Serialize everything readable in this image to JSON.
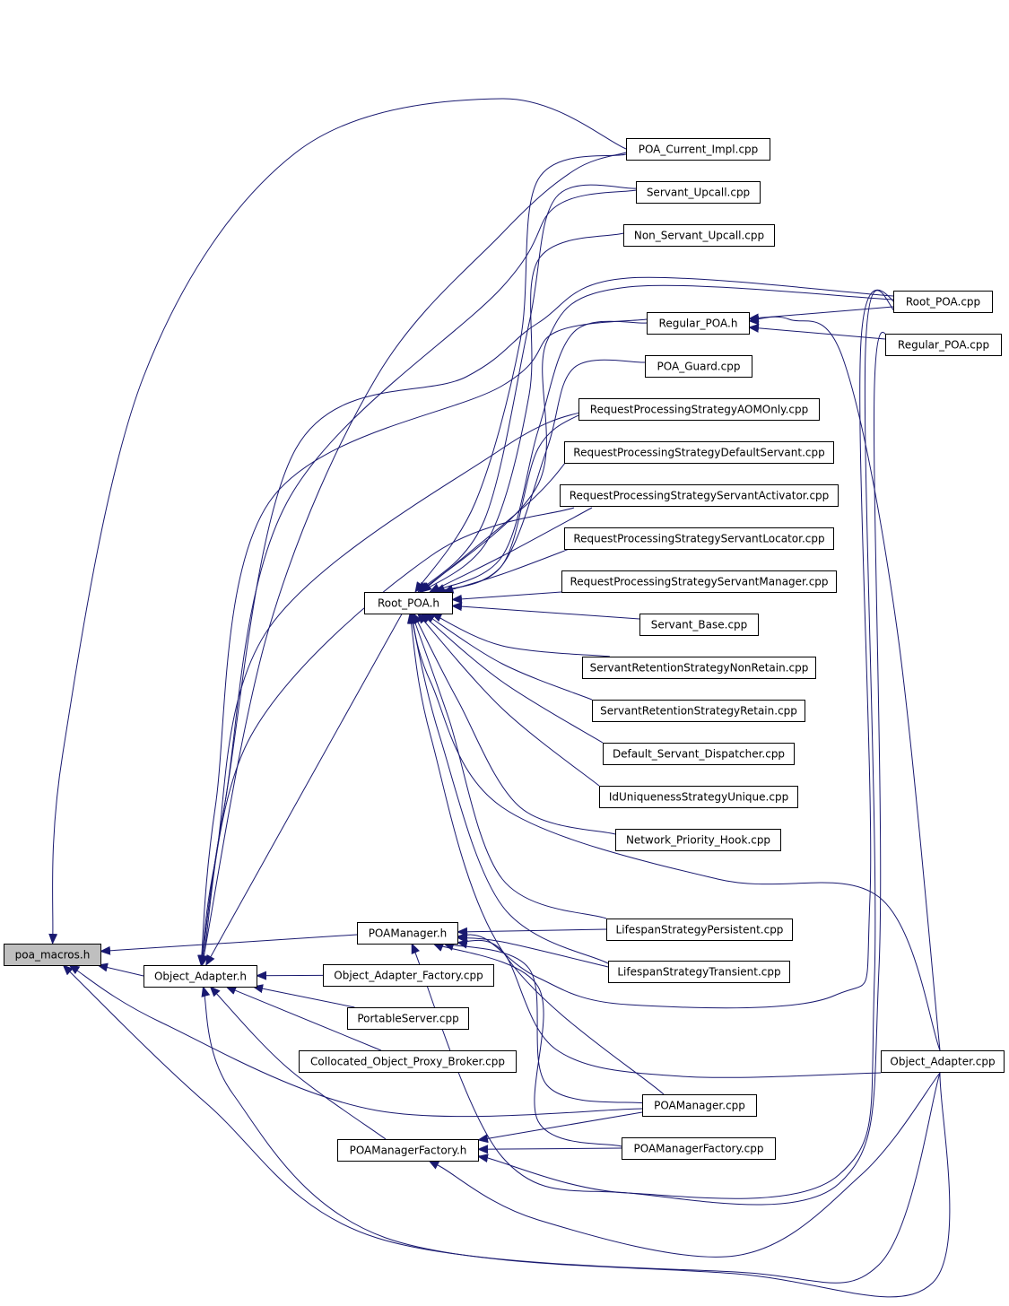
{
  "nodes": [
    {
      "id": "poa_macros_h",
      "label": "poa_macros.h",
      "highlighted": true
    },
    {
      "id": "object_adapter_h",
      "label": "Object_Adapter.h"
    },
    {
      "id": "root_poa_h",
      "label": "Root_POA.h"
    },
    {
      "id": "poamanager_h",
      "label": "POAManager.h"
    },
    {
      "id": "poamanagerfactory_h",
      "label": "POAManagerFactory.h"
    },
    {
      "id": "poa_current_impl_cpp",
      "label": "POA_Current_Impl.cpp"
    },
    {
      "id": "servant_upcall_cpp",
      "label": "Servant_Upcall.cpp"
    },
    {
      "id": "non_servant_upcall_cpp",
      "label": "Non_Servant_Upcall.cpp"
    },
    {
      "id": "regular_poa_h",
      "label": "Regular_POA.h"
    },
    {
      "id": "poa_guard_cpp",
      "label": "POA_Guard.cpp"
    },
    {
      "id": "rps_aomonly_cpp",
      "label": "RequestProcessingStrategyAOMOnly.cpp"
    },
    {
      "id": "rps_defaultservant_cpp",
      "label": "RequestProcessingStrategyDefaultServant.cpp"
    },
    {
      "id": "rps_servantactivator_cpp",
      "label": "RequestProcessingStrategyServantActivator.cpp"
    },
    {
      "id": "rps_servantlocator_cpp",
      "label": "RequestProcessingStrategyServantLocator.cpp"
    },
    {
      "id": "rps_servantmanager_cpp",
      "label": "RequestProcessingStrategyServantManager.cpp"
    },
    {
      "id": "servant_base_cpp",
      "label": "Servant_Base.cpp"
    },
    {
      "id": "srs_nonretain_cpp",
      "label": "ServantRetentionStrategyNonRetain.cpp"
    },
    {
      "id": "srs_retain_cpp",
      "label": "ServantRetentionStrategyRetain.cpp"
    },
    {
      "id": "default_servant_dispatcher_cpp",
      "label": "Default_Servant_Dispatcher.cpp"
    },
    {
      "id": "iduniqueness_unique_cpp",
      "label": "IdUniquenessStrategyUnique.cpp"
    },
    {
      "id": "network_priority_hook_cpp",
      "label": "Network_Priority_Hook.cpp"
    },
    {
      "id": "lifespan_persistent_cpp",
      "label": "LifespanStrategyPersistent.cpp"
    },
    {
      "id": "lifespan_transient_cpp",
      "label": "LifespanStrategyTransient.cpp"
    },
    {
      "id": "root_poa_cpp",
      "label": "Root_POA.cpp"
    },
    {
      "id": "regular_poa_cpp",
      "label": "Regular_POA.cpp"
    },
    {
      "id": "object_adapter_factory_cpp",
      "label": "Object_Adapter_Factory.cpp"
    },
    {
      "id": "portableserver_cpp",
      "label": "PortableServer.cpp"
    },
    {
      "id": "collocated_broker_cpp",
      "label": "Collocated_Object_Proxy_Broker.cpp"
    },
    {
      "id": "object_adapter_cpp",
      "label": "Object_Adapter.cpp"
    },
    {
      "id": "poamanager_cpp",
      "label": "POAManager.cpp"
    },
    {
      "id": "poamanagerfactory_cpp",
      "label": "POAManagerFactory.cpp"
    }
  ],
  "edges": [
    {
      "from": "object_adapter_h",
      "to": "poa_macros_h"
    },
    {
      "from": "poamanager_h",
      "to": "poa_macros_h"
    },
    {
      "from": "poa_current_impl_cpp",
      "to": "poa_macros_h"
    },
    {
      "from": "poamanager_cpp",
      "to": "poa_macros_h"
    },
    {
      "from": "root_poa_h",
      "to": "object_adapter_h"
    },
    {
      "from": "poamanagerfactory_h",
      "to": "object_adapter_h"
    },
    {
      "from": "object_adapter_factory_cpp",
      "to": "object_adapter_h"
    },
    {
      "from": "portableserver_cpp",
      "to": "object_adapter_h"
    },
    {
      "from": "collocated_broker_cpp",
      "to": "object_adapter_h"
    },
    {
      "from": "poa_current_impl_cpp",
      "to": "object_adapter_h"
    },
    {
      "from": "servant_upcall_cpp",
      "to": "object_adapter_h"
    },
    {
      "from": "root_poa_cpp",
      "to": "object_adapter_h"
    },
    {
      "from": "regular_poa_h",
      "to": "object_adapter_h"
    },
    {
      "from": "rps_aomonly_cpp",
      "to": "object_adapter_h"
    },
    {
      "from": "rps_servantactivator_cpp",
      "to": "object_adapter_h"
    },
    {
      "from": "object_adapter_cpp",
      "to": "object_adapter_h"
    },
    {
      "from": "poa_current_impl_cpp",
      "to": "root_poa_h"
    },
    {
      "from": "servant_upcall_cpp",
      "to": "root_poa_h"
    },
    {
      "from": "non_servant_upcall_cpp",
      "to": "root_poa_h"
    },
    {
      "from": "root_poa_cpp",
      "to": "root_poa_h"
    },
    {
      "from": "regular_poa_h",
      "to": "root_poa_h"
    },
    {
      "from": "poa_guard_cpp",
      "to": "root_poa_h"
    },
    {
      "from": "rps_aomonly_cpp",
      "to": "root_poa_h"
    },
    {
      "from": "rps_defaultservant_cpp",
      "to": "root_poa_h"
    },
    {
      "from": "rps_servantactivator_cpp",
      "to": "root_poa_h"
    },
    {
      "from": "rps_servantlocator_cpp",
      "to": "root_poa_h"
    },
    {
      "from": "rps_servantmanager_cpp",
      "to": "root_poa_h"
    },
    {
      "from": "servant_base_cpp",
      "to": "root_poa_h"
    },
    {
      "from": "srs_nonretain_cpp",
      "to": "root_poa_h"
    },
    {
      "from": "srs_retain_cpp",
      "to": "root_poa_h"
    },
    {
      "from": "default_servant_dispatcher_cpp",
      "to": "root_poa_h"
    },
    {
      "from": "iduniqueness_unique_cpp",
      "to": "root_poa_h"
    },
    {
      "from": "network_priority_hook_cpp",
      "to": "root_poa_h"
    },
    {
      "from": "lifespan_persistent_cpp",
      "to": "root_poa_h"
    },
    {
      "from": "lifespan_transient_cpp",
      "to": "root_poa_h"
    },
    {
      "from": "object_adapter_cpp",
      "to": "root_poa_h"
    },
    {
      "from": "poamanager_cpp",
      "to": "root_poa_h"
    },
    {
      "from": "root_poa_cpp",
      "to": "regular_poa_h"
    },
    {
      "from": "regular_poa_cpp",
      "to": "regular_poa_h"
    },
    {
      "from": "object_adapter_cpp",
      "to": "regular_poa_h"
    },
    {
      "from": "lifespan_persistent_cpp",
      "to": "poamanager_h"
    },
    {
      "from": "lifespan_transient_cpp",
      "to": "poamanager_h"
    },
    {
      "from": "root_poa_cpp",
      "to": "poamanager_h"
    },
    {
      "from": "regular_poa_cpp",
      "to": "poamanager_h"
    },
    {
      "from": "object_adapter_cpp",
      "to": "poamanager_h"
    },
    {
      "from": "poamanager_cpp",
      "to": "poamanager_h"
    },
    {
      "from": "poamanagerfactory_cpp",
      "to": "poamanager_h"
    },
    {
      "from": "poamanager_cpp",
      "to": "poamanagerfactory_h"
    },
    {
      "from": "poamanagerfactory_cpp",
      "to": "poamanagerfactory_h"
    },
    {
      "from": "root_poa_cpp",
      "to": "poamanagerfactory_h"
    },
    {
      "from": "object_adapter_cpp",
      "to": "poamanagerfactory_h"
    },
    {
      "from": "object_adapter_cpp",
      "to": "poa_macros_h"
    }
  ]
}
